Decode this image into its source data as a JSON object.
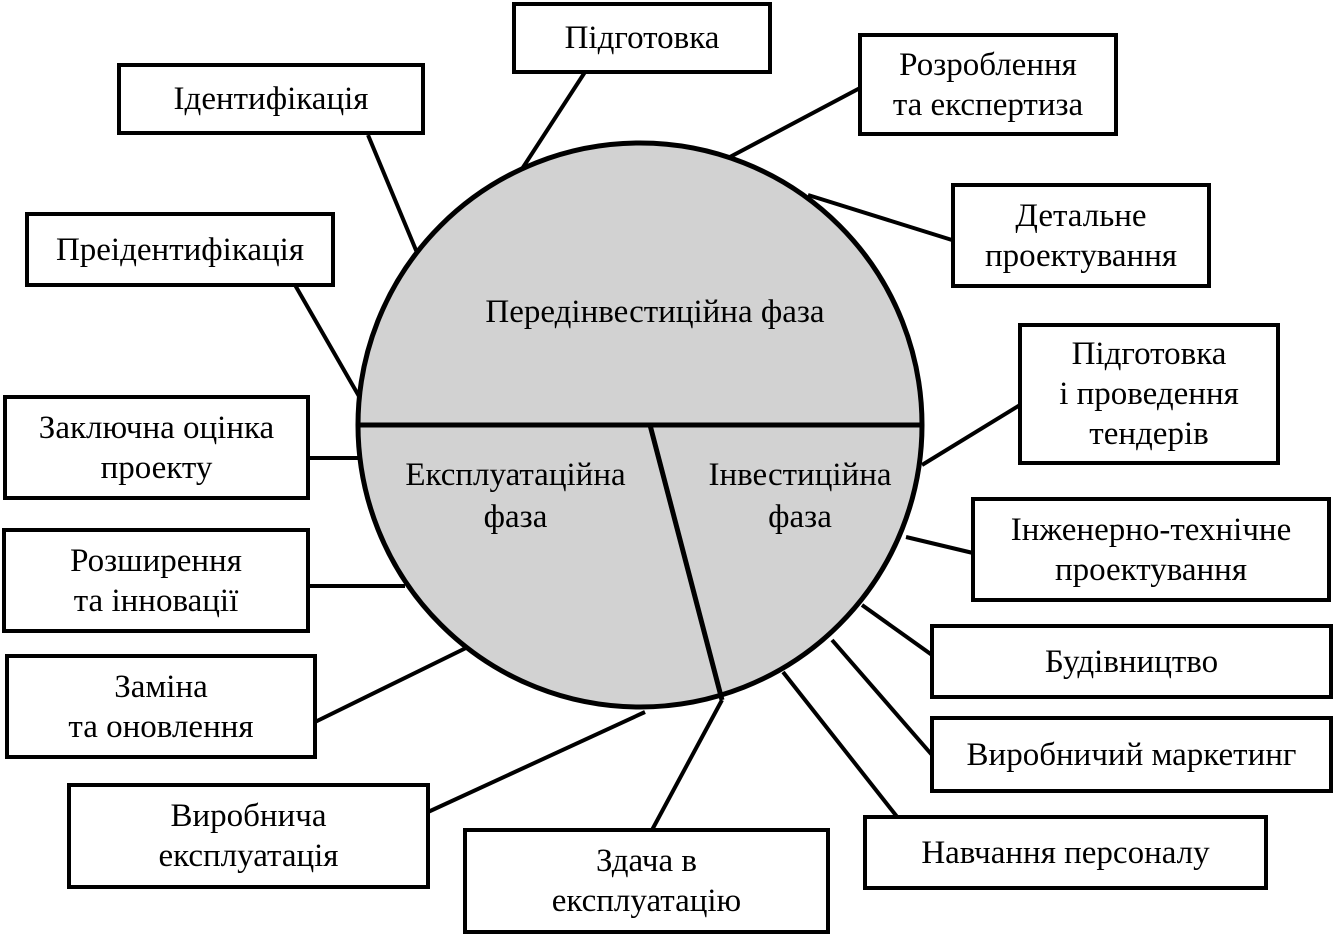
{
  "colors": {
    "circle_fill": "#d2d2d2",
    "stroke": "#000000",
    "box_fill": "#ffffff"
  },
  "phases": {
    "pre_investment": "Передінвестиційна фаза",
    "operational": [
      "Експлуатаційна",
      "фаза"
    ],
    "investment": [
      "Інвестиційна",
      "фаза"
    ]
  },
  "stages": {
    "preparation": [
      "Підготовка"
    ],
    "identification": [
      "Ідентифікація"
    ],
    "development_expertise": [
      "Розроблення",
      "та експертиза"
    ],
    "detailed_design": [
      "Детальне",
      "проектування"
    ],
    "pre_identification": [
      "Преідентифікація"
    ],
    "tenders": [
      "Підготовка",
      "і проведення",
      "тендерів"
    ],
    "final_evaluation": [
      "Заключна оцінка",
      "проекту"
    ],
    "engineering_design": [
      "Інженерно-технічне",
      "проектування"
    ],
    "expansion_innovation": [
      "Розширення",
      "та інновації"
    ],
    "construction": [
      "Будівництво"
    ],
    "replacement_renewal": [
      "Заміна",
      "та оновлення"
    ],
    "production_marketing": [
      "Виробничий маркетинг"
    ],
    "production_operation": [
      "Виробнича",
      "експлуатація"
    ],
    "staff_training": [
      "Навчання персоналу"
    ],
    "commissioning": [
      "Здача в",
      "експлуатацію"
    ]
  }
}
